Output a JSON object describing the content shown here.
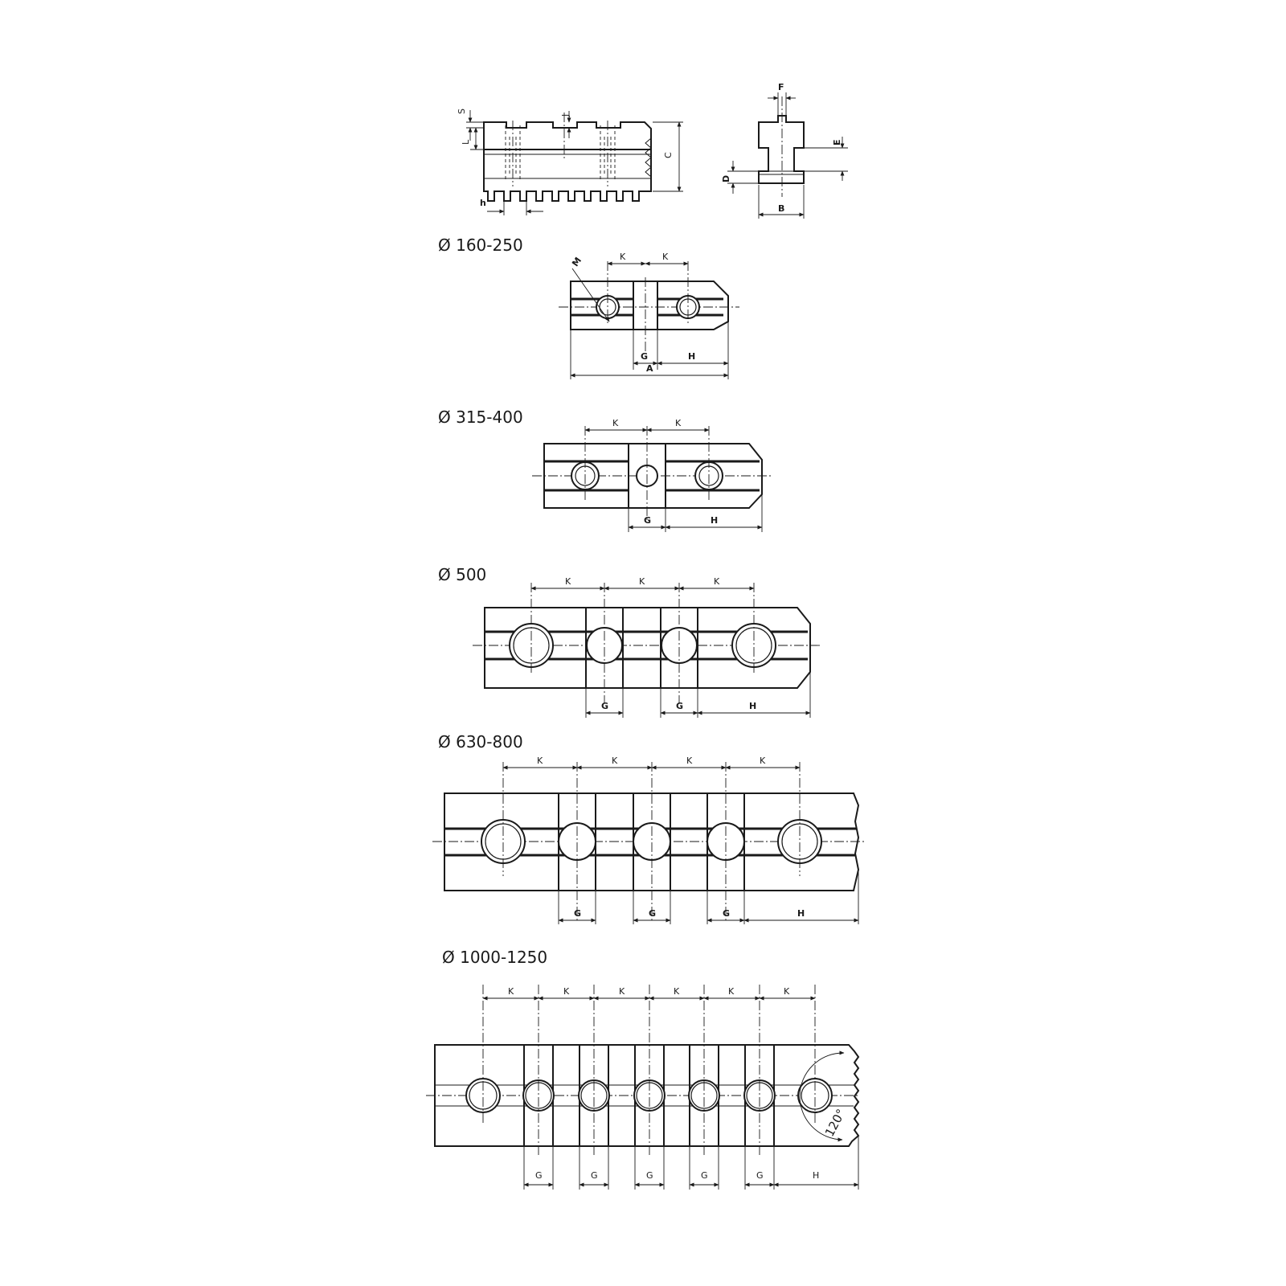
{
  "section_titles": [
    "Ø 160-250",
    "Ø 315-400",
    "Ø 500",
    "Ø 630-800",
    "Ø 1000-1250"
  ],
  "side_view": {
    "labels": {
      "S": "S",
      "L": "L",
      "J": "J",
      "C": "C",
      "h": "h"
    }
  },
  "profile_view": {
    "labels": {
      "F": "F",
      "E": "E",
      "D": "D",
      "B": "B"
    }
  },
  "dim_labels": {
    "K": "K",
    "G": "G",
    "H": "H",
    "A": "A",
    "M": "M",
    "angle": "120°"
  }
}
